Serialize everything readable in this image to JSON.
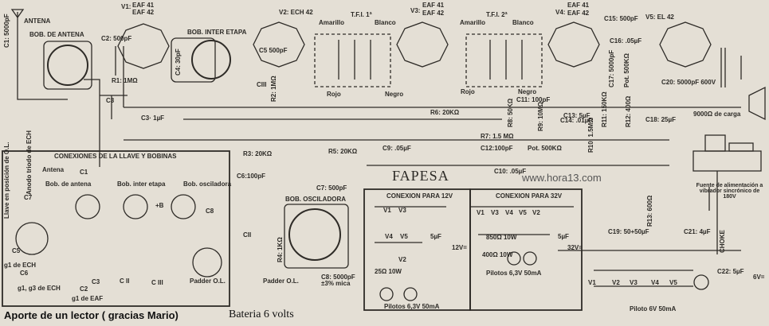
{
  "title": "FAPESA",
  "website": "www.hora13.com",
  "credit": "Aporte de un lector ( gracias Mario)",
  "battery_note": "Bateria 6 volts",
  "tubes": {
    "v1": {
      "label": "V1:",
      "types": [
        "EAF 41",
        "EAF 42"
      ]
    },
    "v2": {
      "label": "V2: ECH 42"
    },
    "v3": {
      "label": "V3:",
      "types": [
        "EAF 41",
        "EAF 42"
      ]
    },
    "v4": {
      "label": "V4:",
      "types": [
        "EAF 41",
        "EAF 42"
      ]
    },
    "v5": {
      "label": "V5: EL 42"
    }
  },
  "coils": {
    "antenna": "BOB. DE ANTENA",
    "interstage": "BOB. INTER ETAPA",
    "oscillator": "BOB. OSCILADORA",
    "tfi1": "T.F.I. 1ª",
    "tfi2": "T.F.I. 2ª"
  },
  "wire_colors": {
    "amarillo": "Amarillo",
    "blanco": "Blanco",
    "rojo": "Rojo",
    "negro": "Negro"
  },
  "components": {
    "antena": "ANTENA",
    "c1": "C1: 5000pF",
    "c2": "C2: 500pF",
    "c3": "C3",
    "c3b": "C3· 1µF",
    "r1": "R1: 1MΩ",
    "c4": "C4: 30pF",
    "c5": "C5 500pF",
    "cIII": "CIII",
    "r2": "R2: 1MΩ",
    "r3": "R3: 20KΩ",
    "c6": "C6:100pF",
    "r5": "R5: 20KΩ",
    "c7": "C7: 500pF",
    "cII": "CII",
    "r4": "R4: 1KΩ",
    "padder": "Padder O.L.",
    "c8": "C8: 5000pF ±3% mica",
    "r6": "R6: 20KΩ",
    "c9": "C9: .05µF",
    "c10": "C10: .05µF",
    "r7": "R7: 1.5 MΩ",
    "c12": "C12:100pF",
    "r8": "R8: 50KΩ",
    "c11": "C11: 100pF",
    "r9": "R9: 10MΩ",
    "c13": "C13: 5µF",
    "c14": "C14: .01µF",
    "pot": "Pot. 500KΩ",
    "r10": "R10: 1.5MΩ",
    "r11": "R11: 150KΩ",
    "c15": "C15: 500pF",
    "c16": "C16: .05µF",
    "c17": "C17: 5000pF",
    "pot2": "Pot. 500KΩ",
    "r12": "R12: 400Ω",
    "c18": "C18: 25µF",
    "c20": "C20: 5000pF 600V",
    "load": "9000Ω de carga",
    "r13": "R13: 600Ω",
    "c19": "C19: 50+50µF",
    "c21": "C21: 4µF",
    "choke": "CHOKE",
    "c22": "C22: 5µF",
    "supply": "Fuente de alimentación a vibrador sincrónico de 180V",
    "six_v": "6V=",
    "pilot6": "Piloto 6V 50mA"
  },
  "connections_box": {
    "title": "CONEXIONES DE LA LLAVE Y BOBINAS",
    "antena": "Antena",
    "c1": "C1",
    "bob_antena": "Bob. de antena",
    "bob_inter": "Bob. inter etapa",
    "bob_osc": "Bob. osciladora",
    "llave": "Llave en posición de O.L.",
    "anodo": "Anodo triodo de ECH",
    "c7": "C7",
    "c5": "C5",
    "g1ech": "g1 de ECH",
    "c6": "C6",
    "g1g3": "g1, g3 de ECH",
    "c2": "C2",
    "g1eaf": "g1 de EAF",
    "c3": "C3",
    "cII": "C II",
    "cIII": "C III",
    "c8": "C8",
    "padder": "Padder O.L.",
    "plusB": "+B"
  },
  "box12": {
    "title": "CONEXION PARA 12V",
    "tubes_row1": [
      "V1",
      "V3"
    ],
    "tubes_row2": [
      "V4",
      "V5"
    ],
    "tubes_row3": [
      "V2"
    ],
    "resistor": "25Ω 10W",
    "cap": "5µF",
    "volt": "12V=",
    "pilots": "Pilotos 6,3V 50mA"
  },
  "box32": {
    "title": "CONEXION PARA 32V",
    "tubes": [
      "V1",
      "V3",
      "V4",
      "V5",
      "V2"
    ],
    "r1": "850Ω 10W",
    "r2": "400Ω 10W",
    "cap": "5µF",
    "volt": "32V=",
    "pilots": "Pilotos 6,3V 50mA"
  },
  "filament_6v": {
    "tubes": [
      "V1",
      "V2",
      "V3",
      "V4",
      "V5"
    ]
  }
}
